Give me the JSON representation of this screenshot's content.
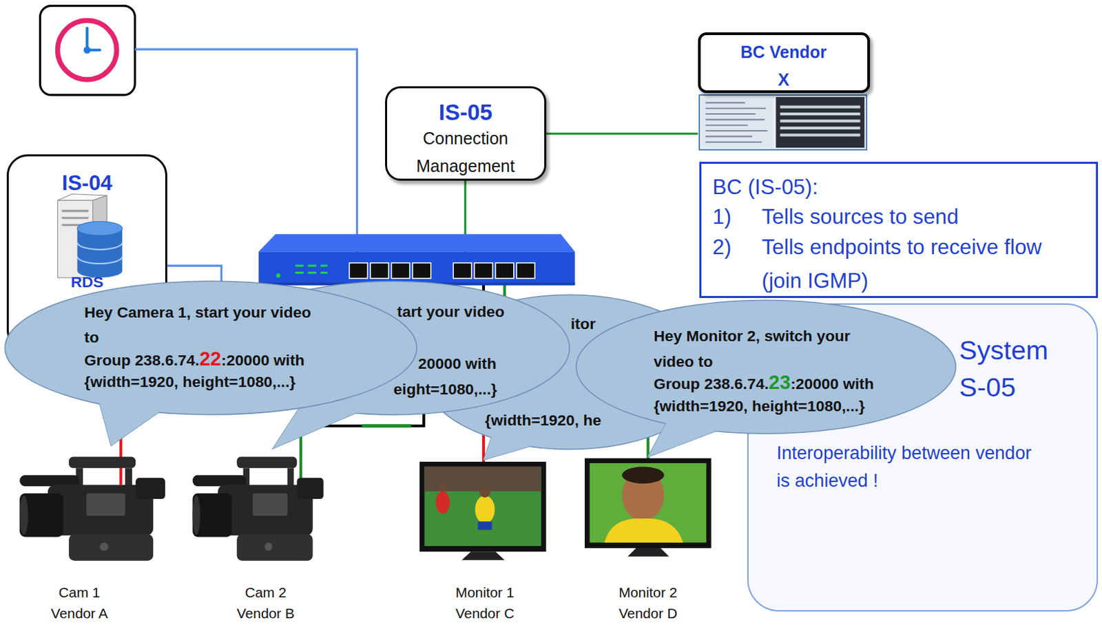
{
  "diagram": {
    "nodes": [
      {
        "text": [
          "IS-04",
          "RDS"
        ]
      },
      {
        "text": [
          "IS-05",
          "Connection Management"
        ]
      },
      {
        "text": [
          "BC Vendor X"
        ]
      },
      {
        "text": [
          "BC (IS-05):",
          "1)",
          "Tells sources to send",
          "2)",
          "Tells endpoints to receive flow (join IGMP)"
        ]
      },
      {
        "text": [
          "System",
          "S-05",
          "Interoperability between vendor is achieved !"
        ]
      },
      {
        "text": [
          "Hey Camera 1, start your video to",
          "Group 238.6.74.",
          "22",
          ":20000 with",
          "{width=1920, height=1080,...}"
        ]
      },
      {
        "text": [
          "tart your video",
          "20000 with",
          "eight=1080,...}"
        ]
      },
      {
        "text": [
          "itor",
          "{width=1920, he"
        ]
      },
      {
        "text": [
          "Hey Monitor 2, switch your video to",
          "Group 238.6.74.",
          "23",
          ":20000 with",
          "{width=1920, height=1080,...}"
        ]
      }
    ],
    "edges": [
      {
        "from": 1,
        "to": 2,
        "arrow": "none"
      }
    ],
    "labels": [
      "Cam 1",
      "Vendor A",
      "Cam 2",
      "Vendor B",
      "Monitor 1",
      "Vendor C",
      "Monitor 2",
      "Vendor D"
    ]
  }
}
